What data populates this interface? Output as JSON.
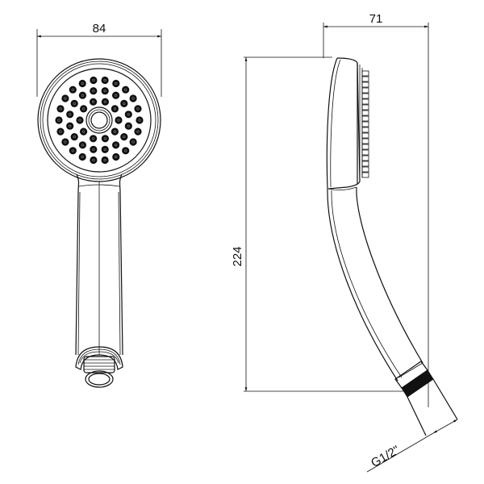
{
  "drawing": {
    "subject": "Hand shower technical drawing",
    "views": [
      "front",
      "side"
    ],
    "line_color": "#111111",
    "background": "#ffffff"
  },
  "dimensions": {
    "front_width": {
      "label": "84",
      "unit": "mm"
    },
    "side_depth": {
      "label": "71",
      "unit": "mm"
    },
    "overall_height": {
      "label": "224",
      "unit": "mm"
    },
    "connection_thread": {
      "label": "G1/2\""
    }
  }
}
